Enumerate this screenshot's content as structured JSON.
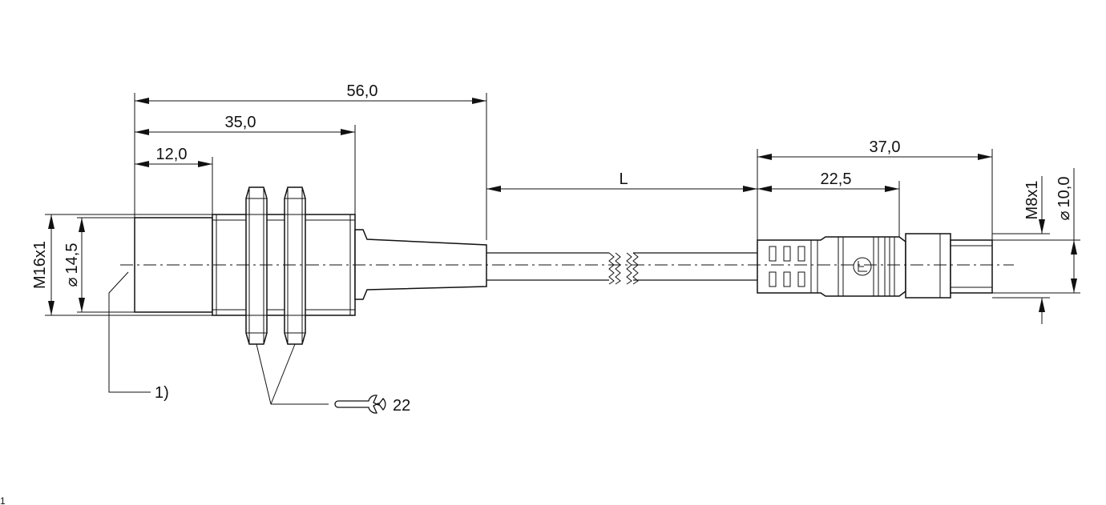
{
  "dimensions": {
    "overall_length": "56,0",
    "thread_length": "35,0",
    "sensing_face_length": "12,0",
    "cable_length": "L",
    "connector_length": "37,0",
    "connector_grip_length": "22,5",
    "sensor_thread": "M16x1",
    "sensor_diameter": "14,5",
    "connector_thread": "M8x1",
    "connector_diameter": "10,0"
  },
  "symbols": {
    "diameter": "⌀"
  },
  "callouts": {
    "note_1": "1)",
    "wrench_size": "22"
  },
  "margin_mark": "1"
}
